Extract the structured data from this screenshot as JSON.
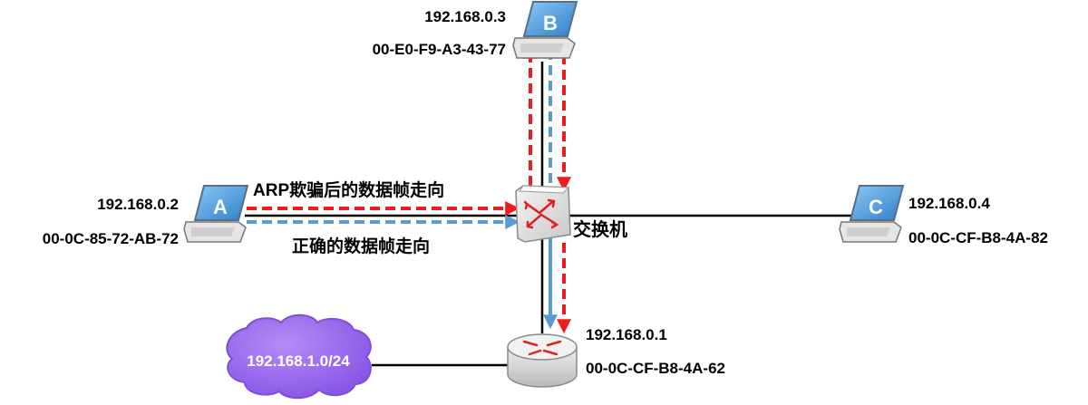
{
  "hosts": {
    "a": {
      "letter": "A",
      "ip": "192.168.0.2",
      "mac": "00-0C-85-72-AB-72"
    },
    "b": {
      "letter": "B",
      "ip": "192.168.0.3",
      "mac": "00-E0-F9-A3-43-77"
    },
    "c": {
      "letter": "C",
      "ip": "192.168.0.4",
      "mac": "00-0C-CF-B8-4A-82"
    }
  },
  "switch": {
    "label": "交换机"
  },
  "router": {
    "ip": "192.168.0.1",
    "mac": "00-0C-CF-B8-4A-62"
  },
  "cloud": {
    "label": "192.168.1.0/24"
  },
  "legend": {
    "spoofed": "ARP欺骗后的数据帧走向",
    "correct": "正确的数据帧走向"
  },
  "colors": {
    "spoofed_arrow": "#ee1c1c",
    "correct_arrow": "#5b9bd5",
    "cloud_fill": "#9966ee",
    "laptop_screen": "#4f9fe0",
    "link": "#000000"
  },
  "icons": {
    "host": "laptop-icon",
    "switch": "switch-icon",
    "router": "router-icon",
    "network": "cloud-icon"
  }
}
